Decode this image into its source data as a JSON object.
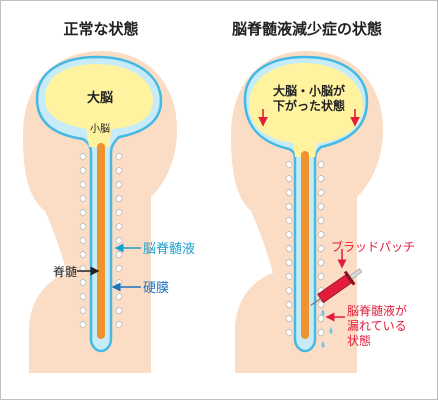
{
  "panels": {
    "normal": {
      "title": "正常な状態",
      "brain_label": "大脳",
      "cerebellum_label": "小脳",
      "csf_label": "脳脊髄液",
      "spinal_cord_label": "脊髄",
      "dura_label": "硬膜"
    },
    "csf_decrease": {
      "title": "脳脊髄液減少症の状態",
      "brain_down_lines": [
        "大脳・小脳が",
        "下がった状態"
      ],
      "blood_patch_label": "ブラッドパッチ",
      "leak_lines": [
        "脳脊髄液が",
        "漏れている",
        "状態"
      ]
    }
  },
  "colors": {
    "skin": "#fbdcc4",
    "csf": "#c7ecf8",
    "outline": "#45b9e4",
    "brain": "#fff3a0",
    "cord": "#f0922e",
    "vertebra": "#ffffff",
    "cyan_label": "#1aa0cf",
    "blue_label": "#1e73be",
    "red_label": "#e21c3b"
  }
}
